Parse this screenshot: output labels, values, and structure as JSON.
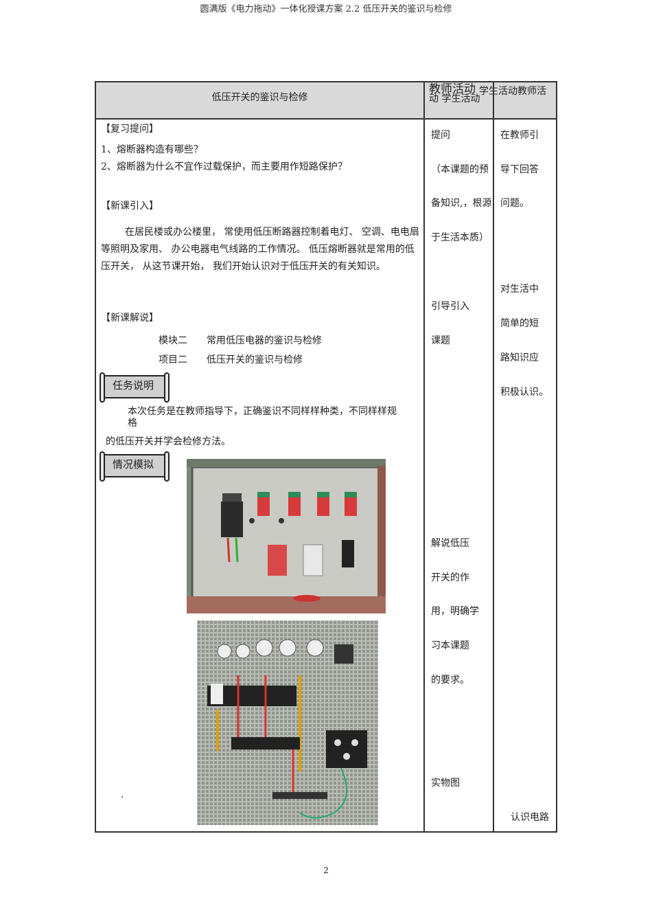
{
  "page_header": "圆满版《电力拖动》一体化授课方案 2.2 低压开关的鉴识与检修",
  "table": {
    "header_col1": "低压开关的鉴识与检修",
    "header_col2_line1": "教师活动",
    "header_col2_line2": "动 学生活动",
    "header_col3": "学生活动教师活"
  },
  "content": {
    "review_title": "【复习提问】",
    "q1": "1、熔断器构造有哪些？",
    "q2": "2、熔断器为什么不宜作过载保护，而主要用作短路保护？",
    "intro_title": "【新课引入】",
    "intro_para": "在居民楼或办公楼里， 常使用低压断路器控制着电灯、 空调、电电扇等照明及家用、 办公电器电气线路的工作情况。 低压熔断器就是常用的低压开关， 从这节课开始， 我们开始认识对于低压开关的有关知识。",
    "explain_title": "【新课解说】",
    "module": "模块二　　常用低压电器的鉴识与检修",
    "project": "项目二　　低压开关的鉴识与检修",
    "task_label": "任务说明",
    "task_line1": "本次任务是在教师指导下，正确鉴识不同样样种类，不同样样规",
    "task_line1b": "格",
    "task_line2": "的低压开关并学会检修方法。",
    "sim_label": "情况模拟",
    "dot": "·"
  },
  "teacher": {
    "t1": "提问",
    "t2": "（本课题的预",
    "t3": "备知识,，根源",
    "t4": "于生活本质）",
    "t5": "引导引入",
    "t6": "课题",
    "t7": "解说低压",
    "t8": "开关的作",
    "t9": "用，明确学",
    "t10": "习本课题",
    "t11": "的要求。",
    "t12": "实物图"
  },
  "student": {
    "s1": "在教师引",
    "s2": "导下回答",
    "s3": "问题。",
    "s4": "对生活中",
    "s5": "简单的短",
    "s6": "路知识应",
    "s7": "积极认识。",
    "s8": "认识电路"
  },
  "page_number": "2"
}
